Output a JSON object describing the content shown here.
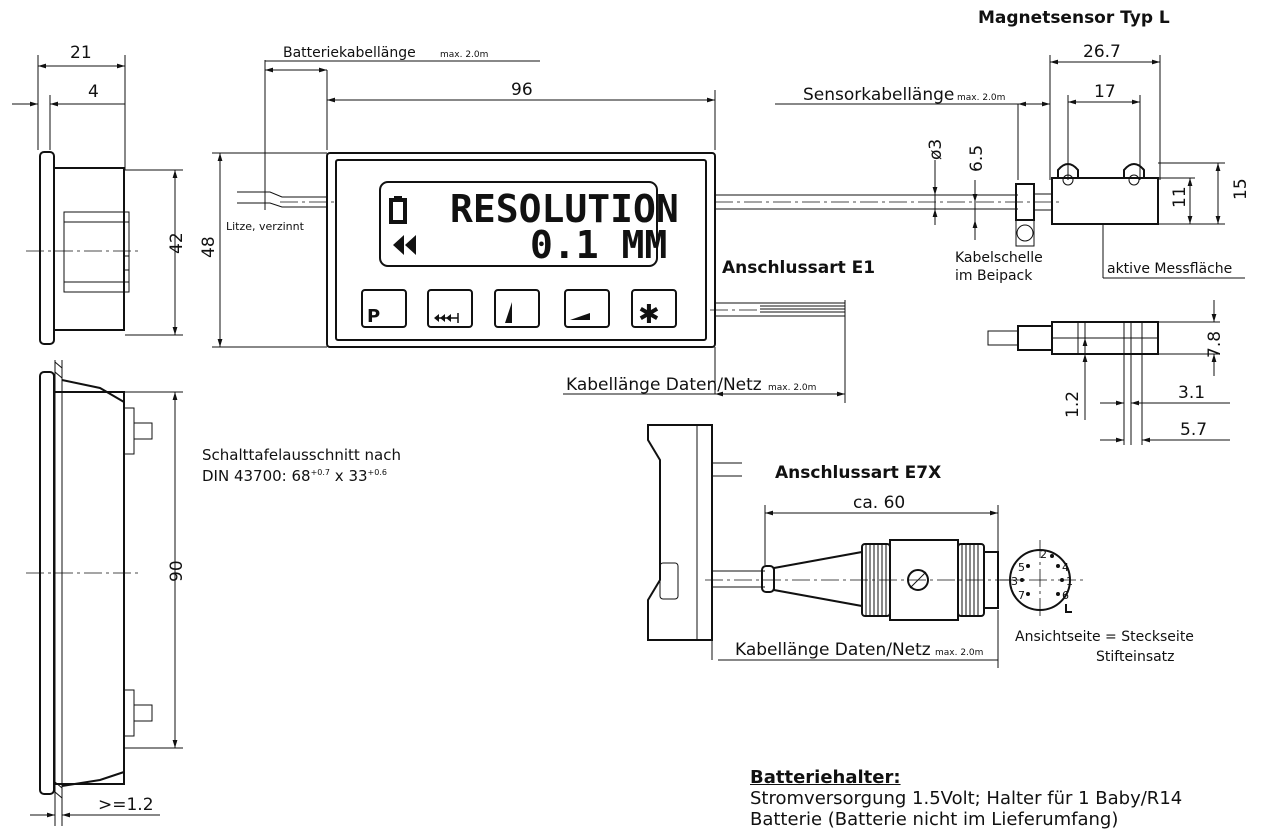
{
  "title_sensor": "Magnetsensor Typ L",
  "dimensions": {
    "side_width": "21",
    "side_inset": "4",
    "side_height": "42",
    "front_height": "48",
    "front_width": "96",
    "depth_90": "90",
    "panel_min": ">=1.2",
    "sensor_total": "26.7",
    "sensor_hole_pitch": "17",
    "cable_dia": "ø3",
    "clamp_offset": "6.5",
    "sensor_h11": "11",
    "sensor_h15": "15",
    "sensor_side_h": "7.8",
    "sensor_side_w1": "3.1",
    "sensor_side_w2": "5.7",
    "sensor_side_gap": "1.2",
    "connector_length": "ca. 60"
  },
  "labels": {
    "battery_cable": "Batteriekabellänge",
    "battery_cable_max": "max. 2.0m",
    "sensor_cable": "Sensorkabellänge",
    "sensor_cable_max": "max. 2.0m",
    "wire": "Litze, verzinnt",
    "clamp_1": "Kabelschelle",
    "clamp_2": "im Beipack",
    "active_surface": "aktive Messfläche",
    "connection_e1": "Anschlussart E1",
    "connection_e7x": "Anschlussart E7X",
    "data_cable_1": "Kabellänge Daten/Netz",
    "data_cable_1_max": "max. 2.0m",
    "data_cable_2": "Kabellänge Daten/Netz",
    "data_cable_2_max": "max. 2.0m",
    "view_side": "Ansichtseite = Steckseite",
    "pin_insert": "Stifteinsatz",
    "panel_cutout_1": "Schalttafelausschnitt nach",
    "panel_cutout_2a": "DIN 43700: 68",
    "panel_cutout_sup1": "+0.7",
    "panel_cutout_2b": " x 33",
    "panel_cutout_sup2": "+0.6"
  },
  "display": {
    "line1": "RESOLUTION",
    "line2": "0.1 MM",
    "icon_battery": "battery-icon",
    "icon_rewind": "rewind-icon"
  },
  "keys": [
    "P",
    "reset-icon",
    "up-arrow-icon",
    "left-arrow-icon",
    "asterisk-icon"
  ],
  "pins": [
    "2",
    "5",
    "4",
    "3",
    "1",
    "7",
    "6"
  ],
  "battery_holder": {
    "title": "Batteriehalter:",
    "line1": "Stromversorgung 1.5Volt; Halter für 1 Baby/R14",
    "line2": "Batterie (Batterie nicht im Lieferumfang)"
  }
}
